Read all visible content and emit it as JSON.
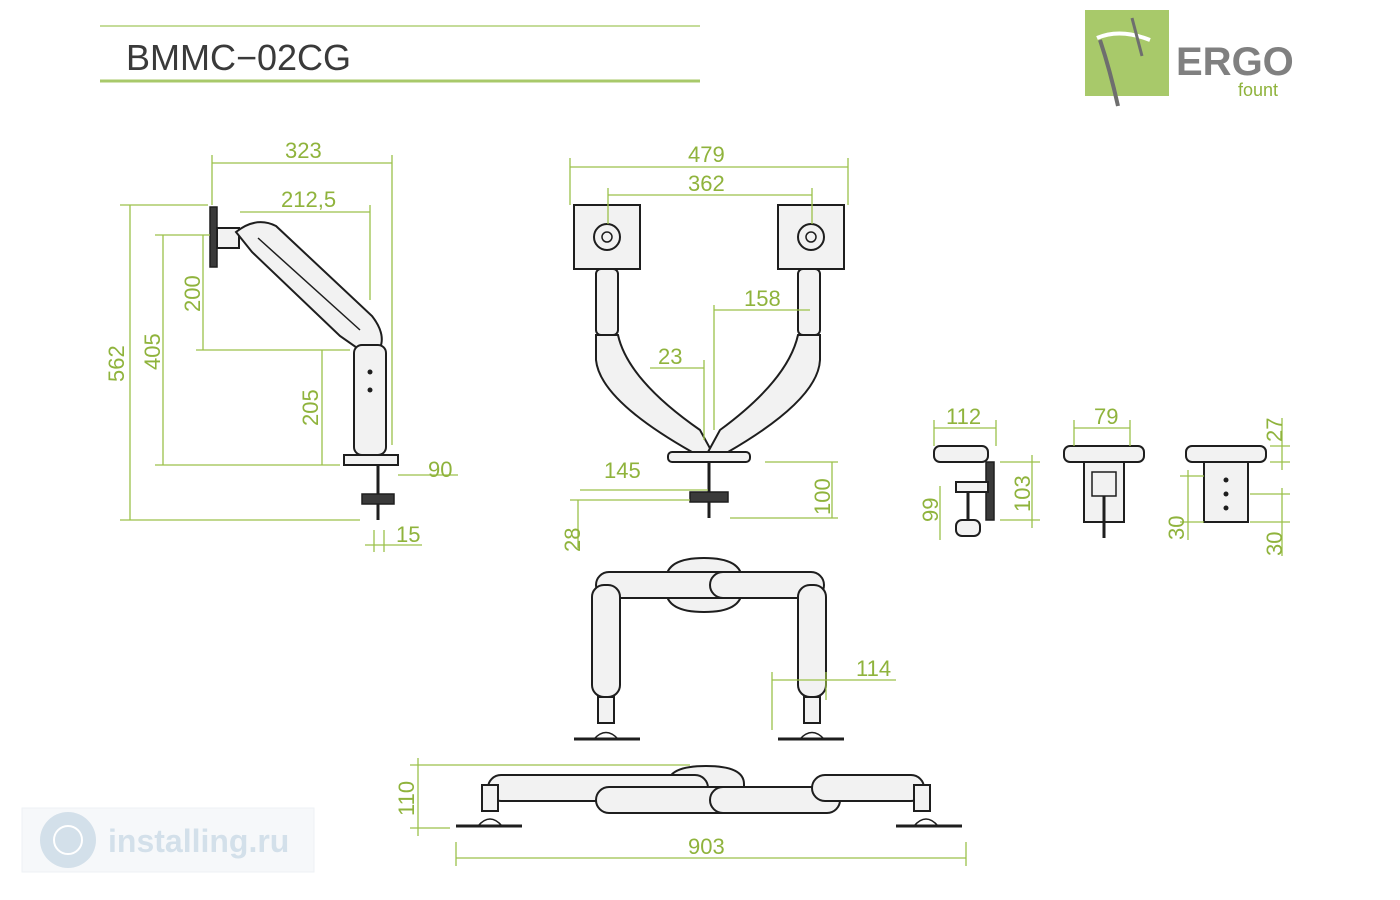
{
  "header": {
    "model": "BMMC−02CG"
  },
  "brand": {
    "name": "ERGO",
    "sub": "fount"
  },
  "watermark": {
    "text": "installing.ru"
  },
  "colors": {
    "dimension": "#8fb33c",
    "outline": "#1e1e1e",
    "brand_green": "#a8c96a"
  },
  "dimensions": {
    "side_total_depth": "323",
    "side_arm_reach": "212,5",
    "side_height_total": "562",
    "side_height_arm": "405",
    "side_arm_rise": "200",
    "side_pole_height": "205",
    "side_clamp_offset": "90",
    "side_bolt_width": "15",
    "front_total_width": "479",
    "front_vesa_span": "362",
    "front_arm_offset": "158",
    "front_center_gap": "23",
    "front_base_half": "145",
    "front_base_height": "100",
    "front_base_thickness": "28",
    "clamp_width": "112",
    "clamp_height": "103",
    "clamp_opening": "99",
    "grommet_width": "79",
    "plate_top": "27",
    "plate_hole_left": "30",
    "plate_hole_right": "30",
    "top_arm_offset": "114",
    "folded_depth": "110",
    "folded_width": "903"
  }
}
